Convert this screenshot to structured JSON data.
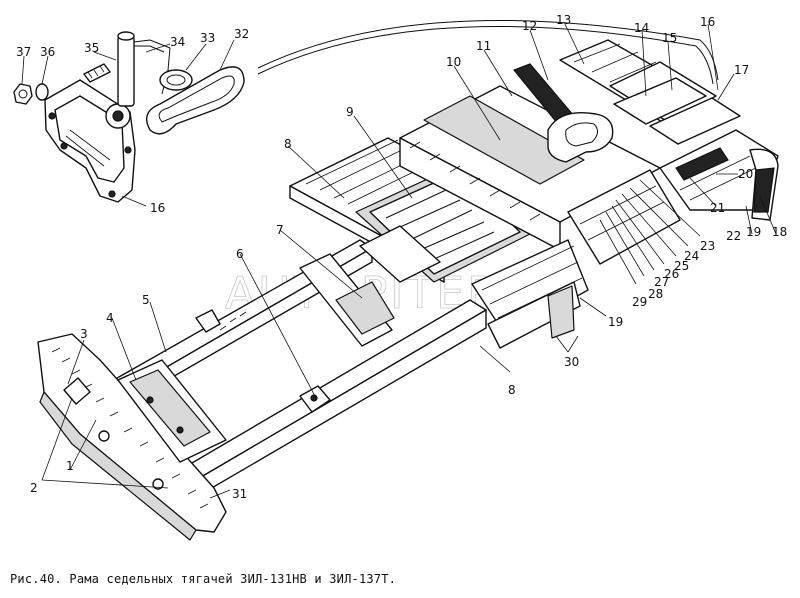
{
  "caption": "Рис.40. Рама седельных тягачей ЗИЛ-131НВ и ЗИЛ-137Т.",
  "watermark": "AUTOPITER.RU",
  "callouts": [
    "1",
    "2",
    "3",
    "4",
    "5",
    "6",
    "7",
    "8",
    "8",
    "9",
    "10",
    "11",
    "12",
    "13",
    "14",
    "15",
    "16",
    "16",
    "17",
    "18",
    "19",
    "19",
    "20",
    "21",
    "22",
    "23",
    "24",
    "25",
    "26",
    "27",
    "28",
    "29",
    "30",
    "31",
    "32",
    "33",
    "34",
    "35",
    "36",
    "37"
  ]
}
